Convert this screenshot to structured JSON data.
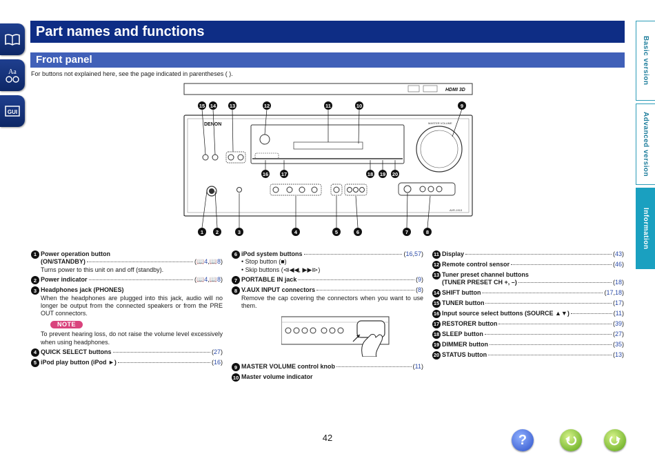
{
  "header": {
    "title": "Part names and functions",
    "subtitle": "Front panel",
    "intro": "For buttons not explained here, see the page indicated in parentheses ( )."
  },
  "side_tabs": [
    {
      "label": "Basic version",
      "active": false
    },
    {
      "label": "Advanced version",
      "active": false
    },
    {
      "label": "Information",
      "active": true
    }
  ],
  "left_icons": [
    {
      "icon": "book-icon"
    },
    {
      "icon": "glossary-icon",
      "text": "Aa"
    },
    {
      "icon": "gui-icon",
      "text": "GUI"
    }
  ],
  "figure": {
    "brand": "DENON",
    "model": "AVR-1913",
    "master_volume_label": "MASTER VOLUME",
    "logo_text": "HDMI 3D",
    "callouts_top": [
      "15",
      "14",
      "13",
      "12",
      "11",
      "10",
      "9"
    ],
    "callouts_mid": [
      "16",
      "17",
      "18",
      "19",
      "20"
    ],
    "callouts_bottom": [
      "1",
      "2",
      "3",
      "4",
      "5",
      "6",
      "7",
      "8"
    ]
  },
  "column1": [
    {
      "num": "1",
      "label": "Power operation button",
      "label2": "(ON/STANDBY)",
      "refs": [
        "4",
        "8"
      ],
      "desc": "Turns power to this unit on and off (standby)."
    },
    {
      "num": "2",
      "label": "Power indicator",
      "refs": [
        "4",
        "8"
      ]
    },
    {
      "num": "3",
      "label": "Headphones jack (PHONES)",
      "desc": "When the headphones are plugged into this jack, audio will no longer be output from the connected speakers or from the PRE OUT connectors.",
      "note_label": "NOTE",
      "note": "To prevent hearing loss, do not raise the volume level excessively when using headphones."
    },
    {
      "num": "4",
      "label": "QUICK SELECT buttons",
      "refs": [
        "27"
      ]
    },
    {
      "num": "5",
      "label": "iPod play button (iPod ►)",
      "refs": [
        "16"
      ]
    }
  ],
  "column2": [
    {
      "num": "6",
      "label": "iPod system buttons",
      "refs": [
        "16",
        "57"
      ],
      "bullets": [
        "Stop button (■)",
        "Skip buttons (⧏◀◀, ▶▶⧐)"
      ]
    },
    {
      "num": "7",
      "label": "PORTABLE IN jack",
      "refs": [
        "9"
      ]
    },
    {
      "num": "8",
      "label": "V.AUX INPUT connectors",
      "refs": [
        "8"
      ],
      "desc": "Remove the cap covering the connectors when you want to use them."
    },
    {
      "num": "9",
      "label": "MASTER VOLUME control knob",
      "refs": [
        "11"
      ]
    },
    {
      "num": "10",
      "label": "Master volume indicator"
    }
  ],
  "column3": [
    {
      "num": "11",
      "label": "Display",
      "refs": [
        "43"
      ]
    },
    {
      "num": "12",
      "label": "Remote control sensor",
      "refs": [
        "46"
      ]
    },
    {
      "num": "13",
      "label": "Tuner preset channel buttons",
      "label2": "(TUNER PRESET CH +, –)",
      "refs": [
        "18"
      ]
    },
    {
      "num": "14",
      "label": "SHIFT button",
      "refs": [
        "17",
        "18"
      ]
    },
    {
      "num": "15",
      "label": "TUNER button",
      "refs": [
        "17"
      ]
    },
    {
      "num": "16",
      "label": "Input source select buttons (SOURCE ▲▼)",
      "refs": [
        "11"
      ]
    },
    {
      "num": "17",
      "label": "RESTORER button",
      "refs": [
        "39"
      ]
    },
    {
      "num": "18",
      "label": "SLEEP button",
      "refs": [
        "27"
      ]
    },
    {
      "num": "19",
      "label": "DIMMER button",
      "refs": [
        "35"
      ]
    },
    {
      "num": "20",
      "label": "STATUS button",
      "refs": [
        "13"
      ]
    }
  ],
  "footer": {
    "page_number": "42",
    "help_label": "?"
  }
}
